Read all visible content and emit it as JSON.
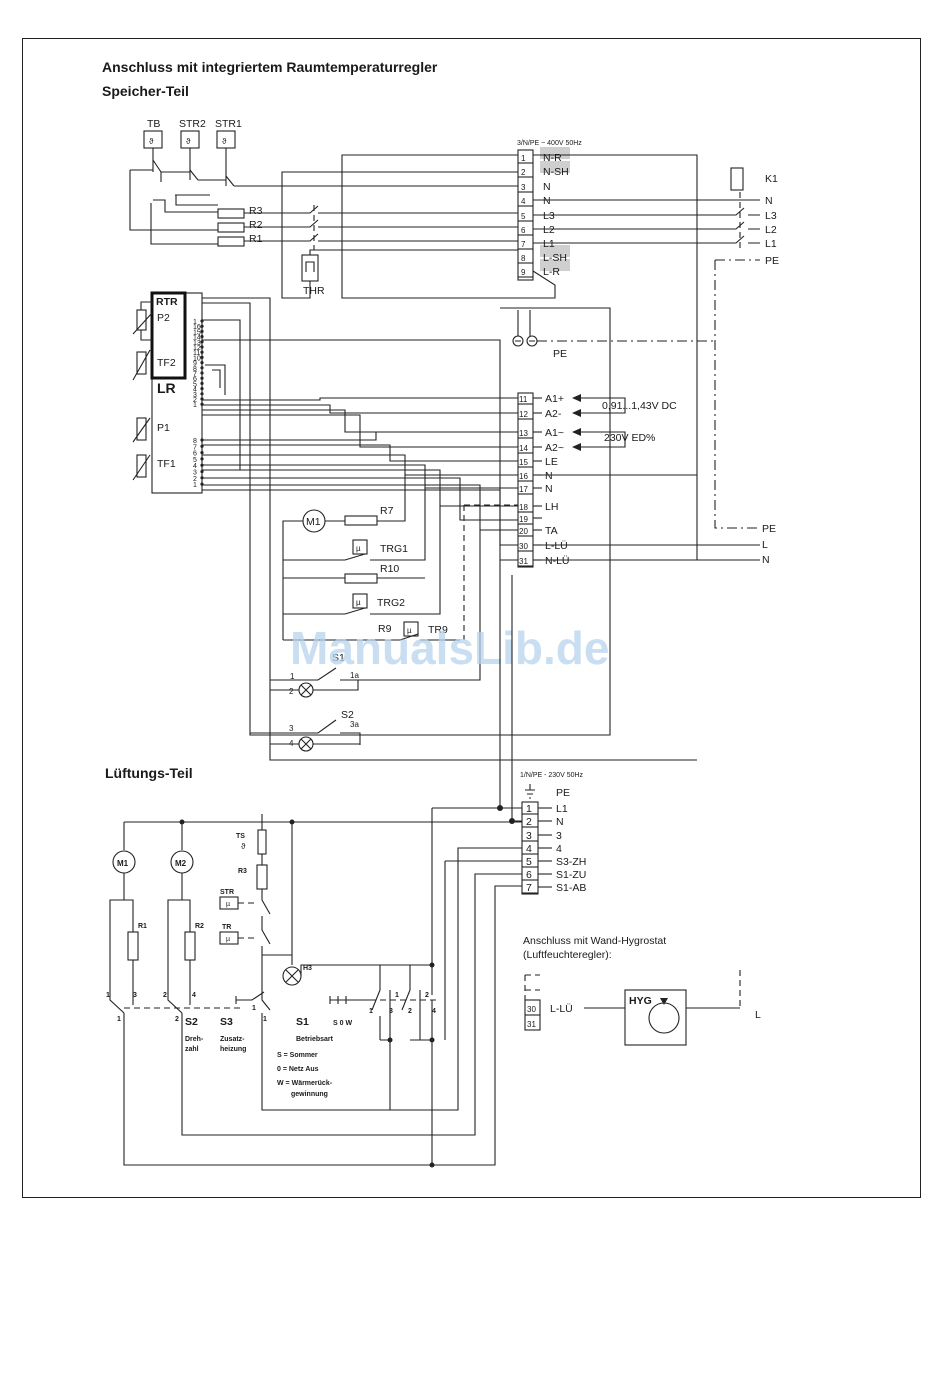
{
  "title": "Anschluss mit integriertem Raumtemperaturregler",
  "section_speicher": "Speicher-Teil",
  "section_lueftung": "Lüftungs-Teil",
  "supply_speicher": "3/N/PE ~ 400V 50Hz",
  "supply_lueftung": "1/N/PE - 230V 50Hz",
  "watermark": "ManualsLib.de",
  "top_sensors": [
    "TB",
    "STR2",
    "STR1"
  ],
  "heaters": [
    "R3",
    "R2",
    "R1"
  ],
  "thr_label": "THR",
  "k1_label": "K1",
  "terminal_top": {
    "numbers": [
      "1",
      "2",
      "3",
      "4",
      "5",
      "6",
      "7",
      "8",
      "9"
    ],
    "labels": [
      "N-R",
      "N-SH",
      "N",
      "N",
      "L3",
      "L2",
      "L1",
      "L-SH",
      "L-R",
      ""
    ]
  },
  "mains_right": [
    "N",
    "L3",
    "L2",
    "L1",
    "PE"
  ],
  "pe_label": "PE",
  "regulator": {
    "rtr": "RTR",
    "lr": "LR",
    "parts": [
      "P2",
      "TF2",
      "P1",
      "TF1"
    ],
    "pins_upper": [
      "1",
      "16",
      "15",
      "14",
      "13",
      "12",
      "11",
      "10",
      "9",
      "8",
      "7",
      "6",
      "5",
      "4",
      "3",
      "2",
      "1"
    ],
    "pins_lower": [
      "8",
      "7",
      "6",
      "5",
      "4",
      "3",
      "2",
      "1"
    ]
  },
  "terminal_mid": {
    "numbers": [
      "11",
      "12",
      "13",
      "14",
      "15",
      "16",
      "17",
      "18",
      "19",
      "20",
      "30",
      "31"
    ],
    "labels": [
      "A1+",
      "A2-",
      "A1~",
      "A2~",
      "LE",
      "N",
      "N",
      "LH",
      "",
      "TA",
      "L-LÜ",
      "N-LÜ"
    ]
  },
  "signal_dc": "0,91...1,43V DC",
  "signal_ac": "230V ED%",
  "mid_right": [
    "PE",
    "L",
    "N"
  ],
  "mid_components": [
    "M1",
    "R7",
    "TRG1",
    "R10",
    "TRG2",
    "R9",
    "TR9",
    "S1",
    "S2"
  ],
  "mid_contacts": [
    "1",
    "2",
    "1a",
    "3",
    "4",
    "3a"
  ],
  "terminal_bottom": {
    "numbers": [
      "1",
      "2",
      "3",
      "4",
      "5",
      "6",
      "7"
    ],
    "labels": [
      "L1",
      "N",
      "3",
      "4",
      "S3-ZH",
      "S1-ZU",
      "S1-AB"
    ]
  },
  "bottom_pe": "PE",
  "fans": [
    "M1",
    "M2"
  ],
  "fan_resistors": [
    "R1",
    "R2"
  ],
  "sensor_labels": [
    "TS",
    "R3",
    "STR",
    "TR",
    "H3"
  ],
  "switches": [
    {
      "name": "S2",
      "desc": [
        "Dreh-",
        "zahl"
      ]
    },
    {
      "name": "S3",
      "desc": [
        "Zusatz-",
        "heizung"
      ]
    },
    {
      "name": "S1",
      "desc": [
        "Betriebsart"
      ]
    }
  ],
  "s1_positions": "S 0 W",
  "s1_legend": [
    "S =  Sommer",
    "0 =  Netz Aus",
    "W = Wärmerück-",
    "gewinnung"
  ],
  "hygro_title": [
    "Anschluss mit Wand-Hygrostat",
    "(Luftfeuchteregler):"
  ],
  "hygro_terminals": [
    "30",
    "31"
  ],
  "hygro_l_lue": "L-LÜ",
  "hygro_box": "HYG",
  "hygro_l": "L"
}
